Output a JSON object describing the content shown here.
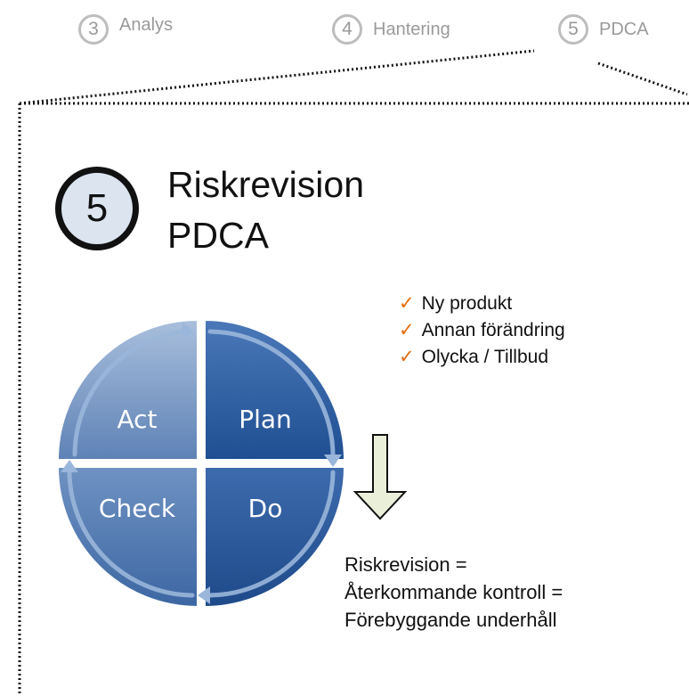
{
  "steps": [
    {
      "number": "3",
      "label": "Analys"
    },
    {
      "number": "4",
      "label": "Hantering"
    },
    {
      "number": "5",
      "label": "PDCA"
    }
  ],
  "section": {
    "number": "5",
    "title_line1": "Riskrevision",
    "title_line2": "PDCA"
  },
  "pdca": {
    "plan": "Plan",
    "do": "Do",
    "check": "Check",
    "act": "Act"
  },
  "triggers": [
    "Ny produkt",
    "Annan förändring",
    "Olycka / Tillbud"
  ],
  "conclusion": {
    "line1": "Riskrevision =",
    "line2": "Återkommande kontroll =",
    "line3": "Förebyggande underhåll"
  },
  "colors": {
    "check": "#e36c0a",
    "step_gray": "#9a9a9a",
    "quad_dark": "#2a5a9e",
    "quad_light": "#6d8fbf",
    "arrow_fill": "#e9efd9"
  }
}
